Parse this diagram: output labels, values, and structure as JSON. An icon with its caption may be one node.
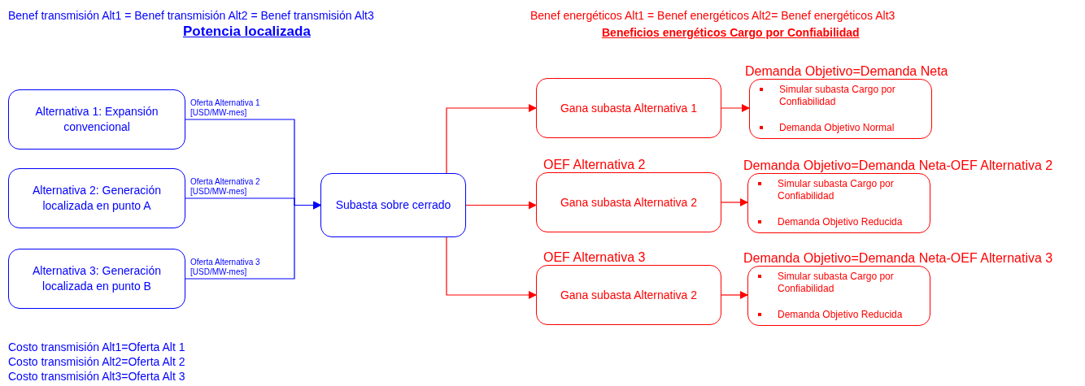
{
  "diagram": {
    "nodes": [
      {
        "text": [
          "Alternativa 1: Expansión convencional"
        ]
      },
      {
        "text": [
          "Alternativa 2: Generación localizada en punto A"
        ]
      },
      {
        "text": [
          "Alternativa 3: Generación localizada en punto B"
        ]
      },
      {
        "text": [
          "Subasta sobre cerrado"
        ]
      },
      {
        "text": [
          "Gana subasta Alternativa 1"
        ]
      },
      {
        "text": [
          "OEF Alternativa 2",
          "Gana subasta Alternativa 2"
        ]
      },
      {
        "text": [
          "OEF Alternativa 3",
          "Gana subasta Alternativa 2"
        ]
      },
      {
        "text": [
          "Demanda Objetivo=Demanda Neta",
          "Simular subasta Cargo por Confiabilidad",
          "Demanda Objetivo Normal"
        ]
      },
      {
        "text": [
          "Demanda Objetivo=Demanda Neta-OEF Alternativa 2",
          "Simular subasta Cargo por Confiabilidad",
          "Demanda Objetivo Reducida"
        ]
      },
      {
        "text": [
          "Demanda Objetivo=Demanda Neta-OEF Alternativa 3",
          "Simular subasta Cargo por Confiabilidad",
          "Demanda Objetivo Reducida"
        ]
      }
    ],
    "edges": [
      {
        "from": 0,
        "to": 3,
        "arrow": "to",
        "label": "Oferta Alternativa 1 [USD/MW-mes]",
        "color": "#0000ff"
      },
      {
        "from": 1,
        "to": 3,
        "arrow": "to",
        "label": "Oferta Alternativa 2 [USD/MW-mes]",
        "color": "#0000ff"
      },
      {
        "from": 2,
        "to": 3,
        "arrow": "to",
        "label": "Oferta Alternativa 3 [USD/MW-mes]",
        "color": "#0000ff"
      },
      {
        "from": 3,
        "to": 4,
        "arrow": "to"
      },
      {
        "from": 3,
        "to": 5,
        "arrow": "to"
      },
      {
        "from": 3,
        "to": 6,
        "arrow": "to"
      },
      {
        "from": 4,
        "to": 7,
        "arrow": "to"
      },
      {
        "from": 5,
        "to": 8,
        "arrow": "to"
      },
      {
        "from": 6,
        "to": 9,
        "arrow": "to"
      }
    ],
    "labels": [
      "Benef transmisión Alt1 = Benef transmisión Alt2 = Benef transmisión Alt3",
      "Potencia localizada",
      "Benef energéticos Alt1 = Benef energéticos Alt2= Benef energéticos Alt3",
      "Beneficios energéticos Cargo por Confiabilidad",
      "Costo transmisión Alt1=Oferta Alt 1",
      "Costo transmisión Alt2=Oferta Alt 2",
      "Costo transmisión Alt3=Oferta Alt 3"
    ]
  }
}
